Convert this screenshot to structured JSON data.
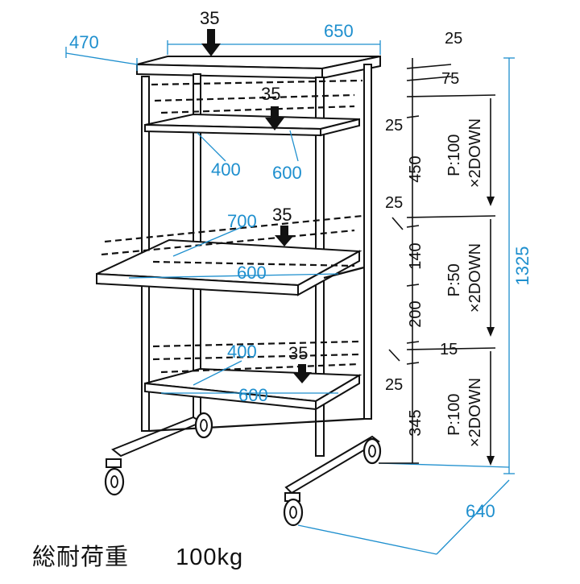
{
  "dimensions": {
    "top_depth": "470",
    "top_width": "650",
    "top_thickness": "35",
    "overall_height": "1325",
    "base_depth": "640",
    "upper_shelf_thickness": "35",
    "upper_shelf_depth": "400",
    "upper_shelf_width": "600",
    "keyboard_shelf_thickness": "35",
    "keyboard_shelf_depth": "700",
    "keyboard_shelf_width": "600",
    "lower_shelf_thickness": "35",
    "lower_shelf_depth": "400",
    "lower_shelf_width": "600"
  },
  "vertical_chain": {
    "d25a": "25",
    "d75": "75",
    "d25b": "25",
    "d450": "450",
    "d25c": "25",
    "d140": "140",
    "d200": "200",
    "d15": "15",
    "d25d": "25",
    "d345": "345"
  },
  "pitch_labels": {
    "upper": "P:100\n×2DOWN",
    "middle": "P:50\n×2DOWN",
    "lower": "P:100\n×2DOWN"
  },
  "caption": {
    "label": "総耐荷重",
    "value": "100kg"
  },
  "colors": {
    "dimension": "#1e8fce",
    "line": "#111111"
  }
}
